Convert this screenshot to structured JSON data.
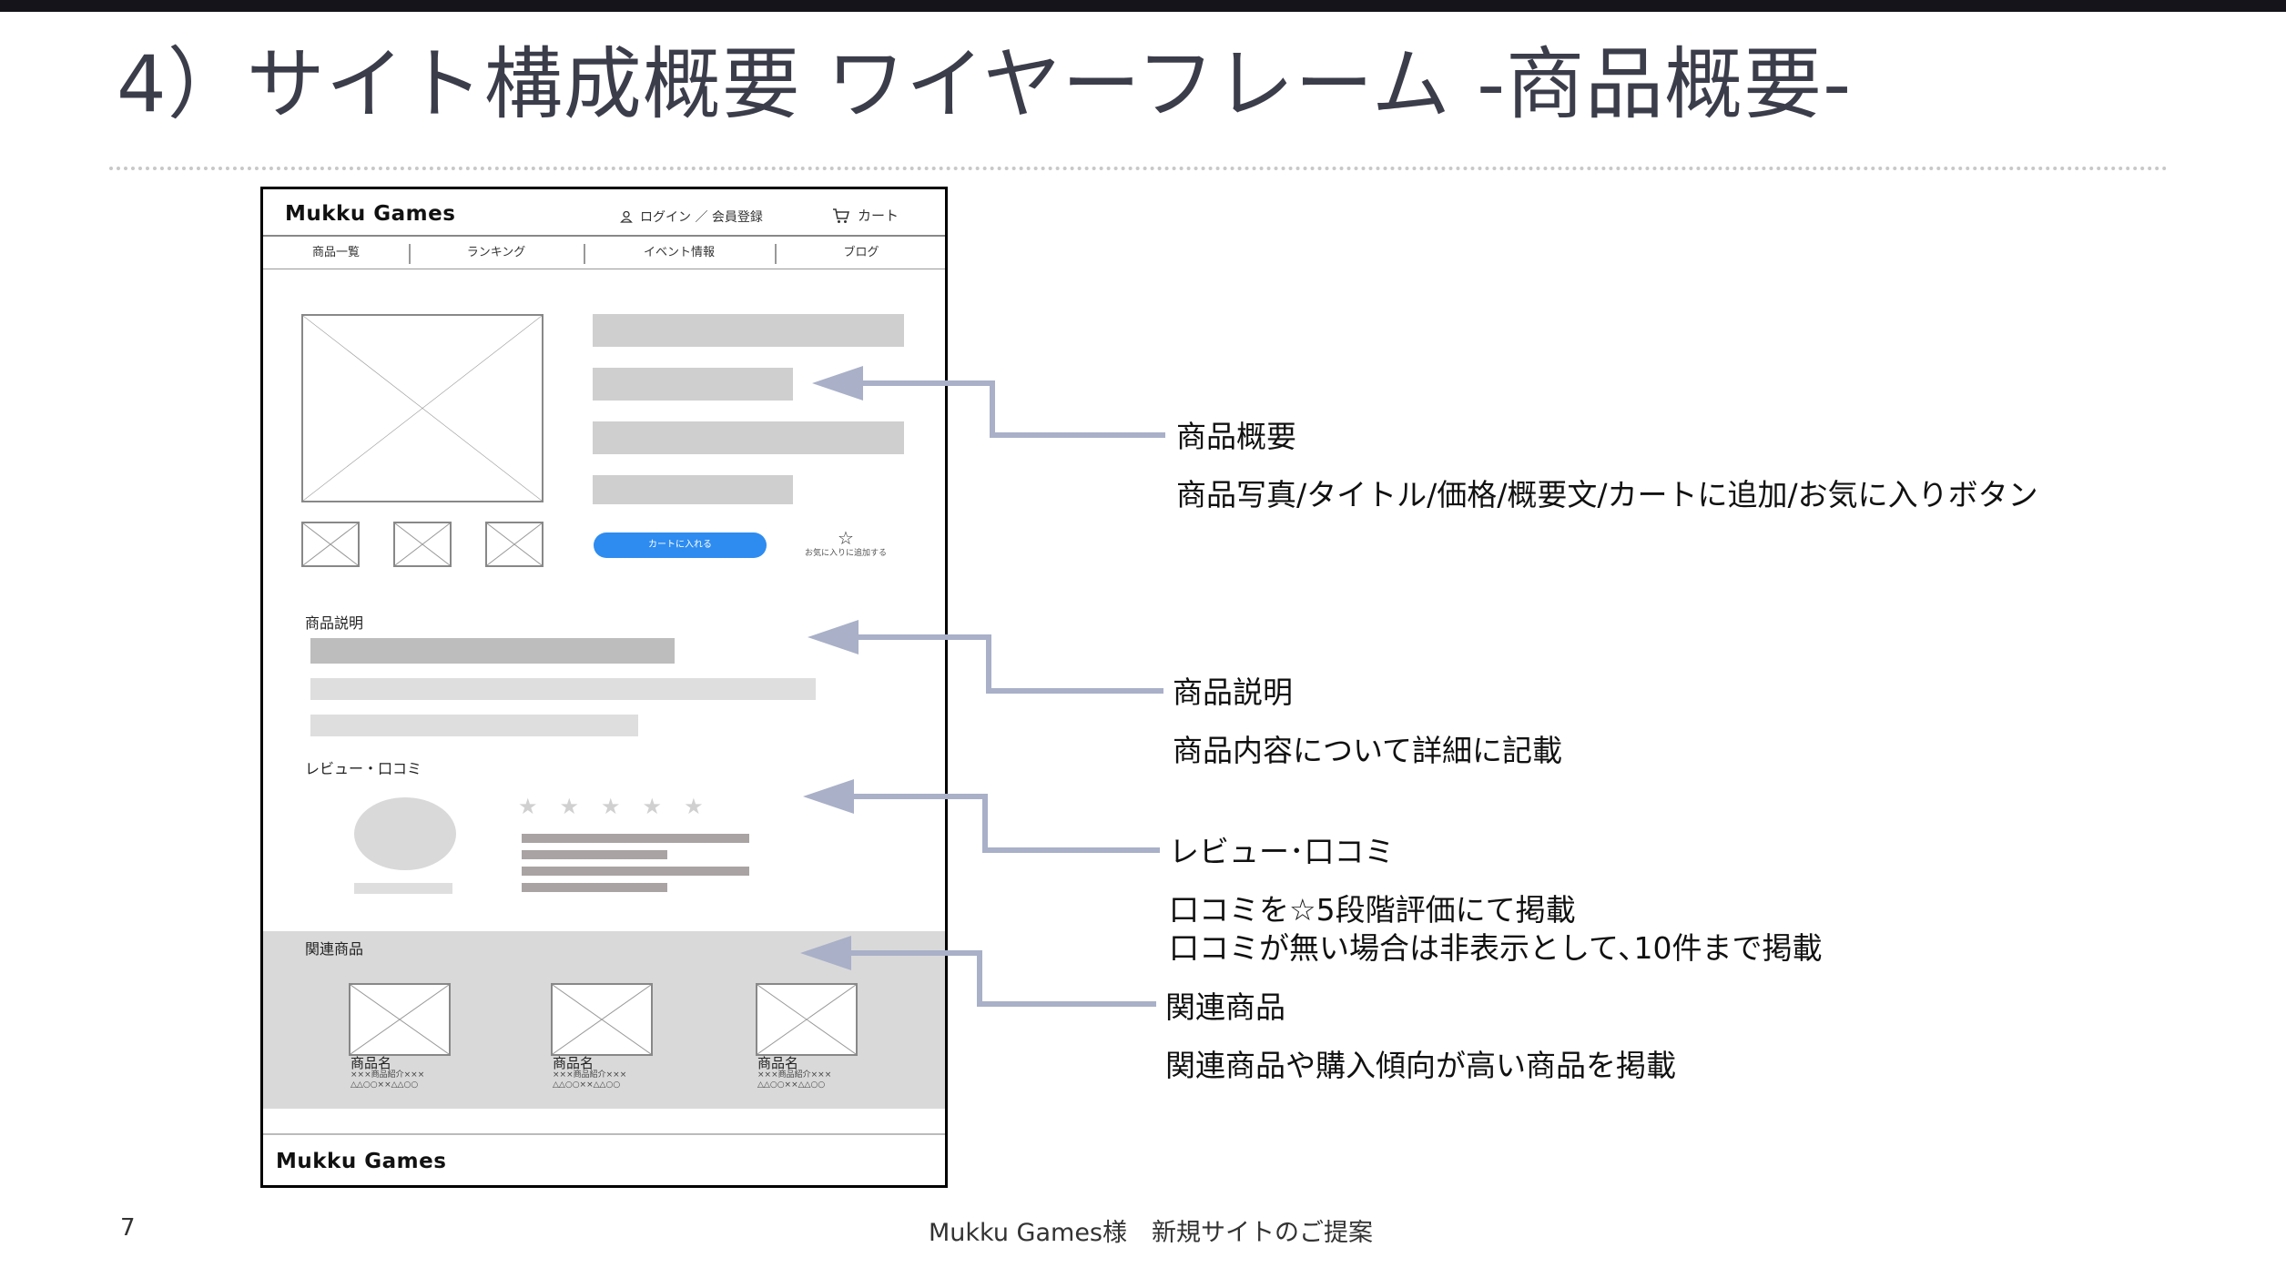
{
  "slide": {
    "title": "4）サイト構成概要 ワイヤーフレーム -商品概要-",
    "page_number": "7",
    "footer": "Mukku Games様　新規サイトのご提案"
  },
  "wireframe": {
    "header": {
      "logo": "Mukku Games",
      "login_label": "ログイン ／ 会員登録",
      "cart_label": "カート"
    },
    "nav": [
      "商品一覧",
      "ランキング",
      "イベント情報",
      "ブログ"
    ],
    "product": {
      "add_to_cart": "カートに入れる",
      "favorite": "お気に入りに追加する"
    },
    "description_label": "商品説明",
    "review_label": "レビュー・口コミ",
    "review_stars": "★★★★★",
    "related": {
      "label": "関連商品",
      "items": [
        {
          "name": "商品名",
          "desc": "×××商品紹介×××",
          "price": "△△○○××△△○○"
        },
        {
          "name": "商品名",
          "desc": "×××商品紹介×××",
          "price": "△△○○××△△○○"
        },
        {
          "name": "商品名",
          "desc": "×××商品紹介×××",
          "price": "△△○○××△△○○"
        }
      ]
    },
    "footer_logo": "Mukku Games"
  },
  "annotations": [
    {
      "title": "商品概要",
      "desc": [
        "商品写真/タイトル/価格/概要文/カートに追加/お気に入りボタン"
      ]
    },
    {
      "title": "商品説明",
      "desc": [
        "商品内容について詳細に記載"
      ]
    },
    {
      "title": "レビュー･口コミ",
      "desc": [
        "口コミを☆5段階評価にて掲載",
        "口コミが無い場合は非表示として､10件まで掲載"
      ]
    },
    {
      "title": "関連商品",
      "desc": [
        "関連商品や購入傾向が高い商品を掲載"
      ]
    }
  ],
  "colors": {
    "title_text": "#3b3d4a",
    "cart_button": "#2e8cf0",
    "arrow": "#a9b0c8",
    "related_bg": "#d9d9d9"
  },
  "icons": [
    "user-icon",
    "cart-icon",
    "star-outline-icon",
    "image-placeholder-icon",
    "arrow-left-icon"
  ]
}
